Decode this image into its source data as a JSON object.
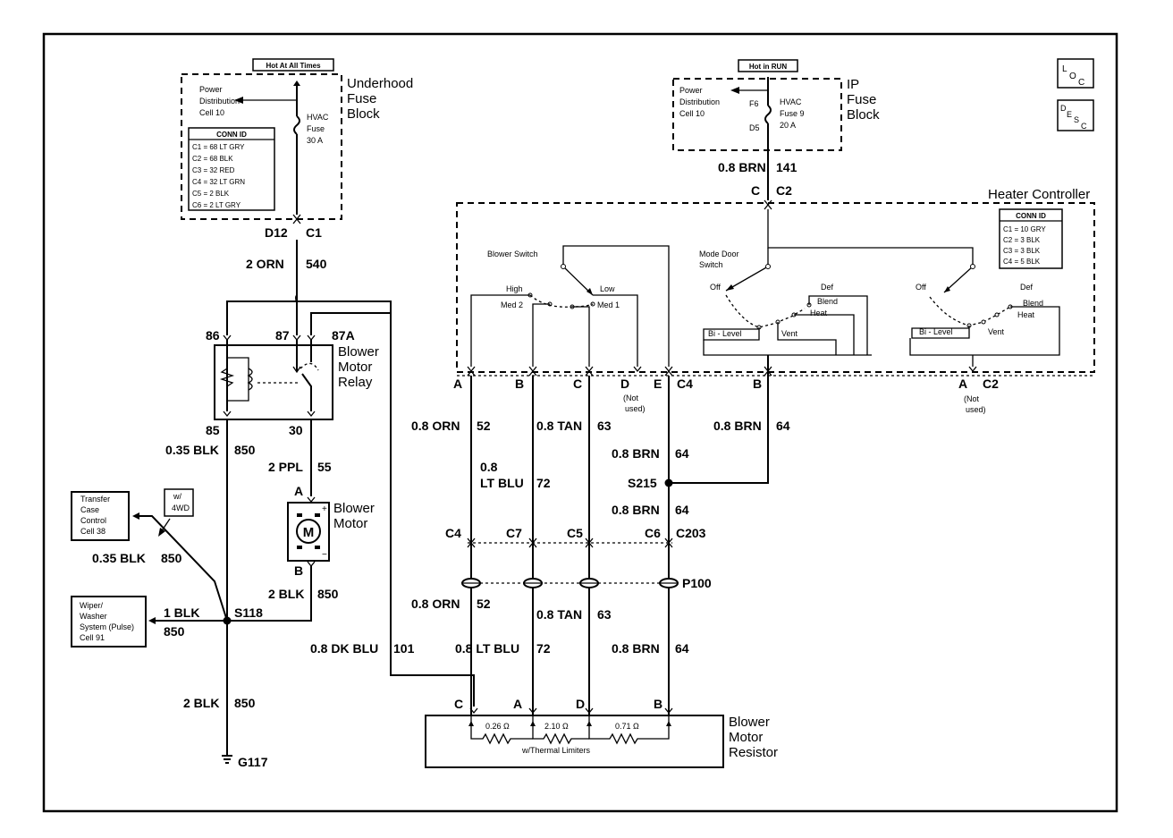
{
  "underhood": {
    "tag": "Hot At All Times",
    "title": [
      "Underhood",
      "Fuse",
      "Block"
    ],
    "pdc": [
      "Power",
      "Distribution",
      "Cell 10"
    ],
    "fuse": [
      "HVAC",
      "Fuse",
      "30 A"
    ],
    "conn_title": "CONN ID",
    "conn": [
      "C1 = 68 LT GRY",
      "C2 = 68 BLK",
      "C3 = 32 RED",
      "C4 = 32 LT GRN",
      "C5 = 2 BLK",
      "C6 = 2 LT GRY"
    ],
    "pin": "D12",
    "connector": "C1"
  },
  "ip": {
    "tag": "Hot in RUN",
    "title": [
      "IP",
      "Fuse",
      "Block"
    ],
    "pdc": [
      "Power",
      "Distribution",
      "Cell 10"
    ],
    "fuse": [
      "HVAC",
      "Fuse 9",
      "20 A"
    ],
    "f_top": "F6",
    "f_bot": "D5"
  },
  "icons": {
    "loc": "LOC",
    "desc": "DESC"
  },
  "heater": {
    "title": "Heater Controller",
    "conn_title": "CONN ID",
    "conn": [
      "C1 = 10 GRY",
      "C2 = 3 BLK",
      "C3 = 3 BLK",
      "C4 = 5 BLK"
    ],
    "blower_switch": "Blower Switch",
    "high": "High",
    "low": "Low",
    "med2": "Med 2",
    "med1": "Med 1",
    "mode_door": [
      "Mode Door",
      "Switch"
    ],
    "off": "Off",
    "def": "Def",
    "blend": "Blend",
    "heat": "Heat",
    "bilevel": "Bi - Level",
    "vent": "Vent"
  },
  "relay": {
    "title": [
      "Blower",
      "Motor",
      "Relay"
    ],
    "p86": "86",
    "p87": "87",
    "p87a": "87A",
    "p85": "85",
    "p30": "30"
  },
  "motor": {
    "title": [
      "Blower",
      "Motor"
    ],
    "symbol": "M",
    "plus": "+",
    "minus": "−",
    "pinA": "A",
    "pinB": "B"
  },
  "wires": {
    "w_ip": [
      "0.8 BRN",
      "141"
    ],
    "c_ip": [
      "C",
      "C2"
    ],
    "w540": [
      "2 ORN",
      "540"
    ],
    "w850a": [
      "0.35 BLK",
      "850"
    ],
    "w30": [
      "2 PPL",
      "55"
    ],
    "w_tcc": [
      "0.35 BLK",
      "850"
    ],
    "w_motorB": [
      "2 BLK",
      "850"
    ],
    "w_wiper": [
      "1 BLK",
      "850"
    ],
    "w_gnd": [
      "2 BLK",
      "850"
    ],
    "w52": [
      "0.8 ORN",
      "52"
    ],
    "w72": [
      "0.8",
      "LT BLU",
      "72"
    ],
    "w63": [
      "0.8 TAN",
      "63"
    ],
    "w64a": [
      "0.8 BRN",
      "64"
    ],
    "w64b": [
      "0.8 BRN",
      "64"
    ],
    "w64c": [
      "0.8 BRN",
      "64"
    ],
    "w52b": [
      "0.8 ORN",
      "52"
    ],
    "w63b": [
      "0.8 TAN",
      "63"
    ],
    "w101": [
      "0.8 DK BLU",
      "101"
    ],
    "w72b": [
      "0.8 LT BLU",
      "72"
    ],
    "w64d": [
      "0.8 BRN",
      "64"
    ]
  },
  "pins_c4": {
    "a": "A",
    "b": "B",
    "c": "C",
    "d": "D",
    "e": "E",
    "conn": "C4",
    "notused": [
      "(Not",
      "used)"
    ]
  },
  "pins_c2": {
    "b": "B",
    "a": "A",
    "conn": "C2",
    "notused": [
      "(Not",
      "used)"
    ]
  },
  "c203": {
    "c4": "C4",
    "c7": "C7",
    "c5": "C5",
    "c6": "C6",
    "conn": "C203"
  },
  "splices": {
    "s215": "S215",
    "s118": "S118",
    "p100": "P100",
    "g117": "G117"
  },
  "tcc": {
    "label": [
      "Transfer",
      "Case",
      "Control",
      "Cell 38"
    ],
    "opt": [
      "w/",
      "4WD"
    ]
  },
  "wiper": {
    "label": [
      "Wiper/",
      "Washer",
      "System (Pulse)",
      "Cell 91"
    ]
  },
  "resistor": {
    "title": [
      "Blower",
      "Motor",
      "Resistor"
    ],
    "r1": "0.26 Ω",
    "r2": "2.10 Ω",
    "r3": "0.71 Ω",
    "note": "w/Thermal Limiters",
    "pins": [
      "C",
      "A",
      "D",
      "B"
    ]
  }
}
